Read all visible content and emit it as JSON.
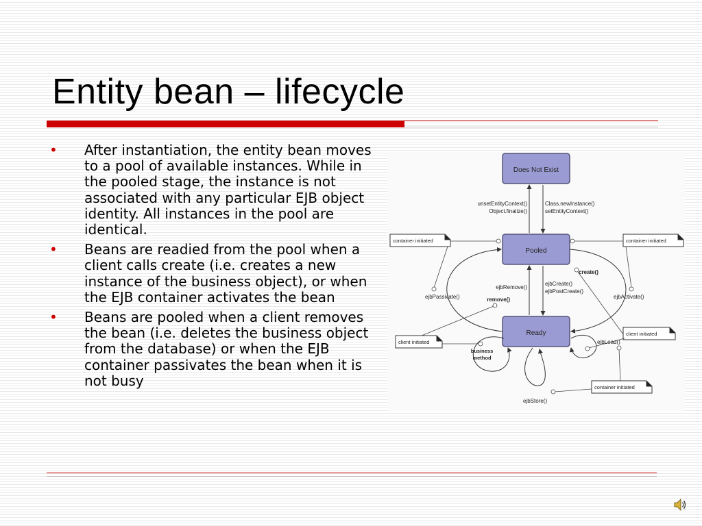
{
  "slide": {
    "title": "Entity bean – lifecycle",
    "bullets": [
      "After instantiation, the entity bean moves to a pool of available instances. While in the pooled stage, the instance is not associated with any particular EJB object identity. All instances in the pool are identical.",
      "Beans are readied from the pool when a client calls create (i.e. creates a new instance of the business object), or when the EJB container activates the bean",
      "Beans are pooled when a client removes the bean (i.e. deletes the business object from the database) or when the EJB container passivates the bean when it is not busy"
    ]
  },
  "diagram": {
    "states": {
      "does_not_exist": "Does Not Exist",
      "pooled": "Pooled",
      "ready": "Ready"
    },
    "labels": {
      "unset_entity_context": "unsetEntityContext()",
      "object_finalize": "Object.finalize()",
      "class_new_instance": "Class.newInstance()",
      "set_entity_context": "setEntityContext()",
      "create": "create()",
      "ejb_remove": "ejbRemove()",
      "remove": "remove()",
      "ejb_create": "ejbCreate()",
      "ejb_post_create": "ejbPostCreate()",
      "ejb_passivate": "ejbPassivate()",
      "ejb_activate": "ejbActivate()",
      "ejb_load": "ejbLoad()",
      "ejb_store": "ejbStore()",
      "business_method_1": "business",
      "business_method_2": "method"
    },
    "notes": {
      "container_initiated_left": "container initiated",
      "container_initiated_right": "container initiated",
      "client_initiated_left": "client initiated",
      "client_initiated_right": "client initiated",
      "container_initiated_bottom": "container initiated"
    },
    "colors": {
      "state_fill": "#9b9bd3",
      "state_stroke": "#55557a"
    }
  },
  "icons": {
    "speaker": "speaker-icon"
  }
}
